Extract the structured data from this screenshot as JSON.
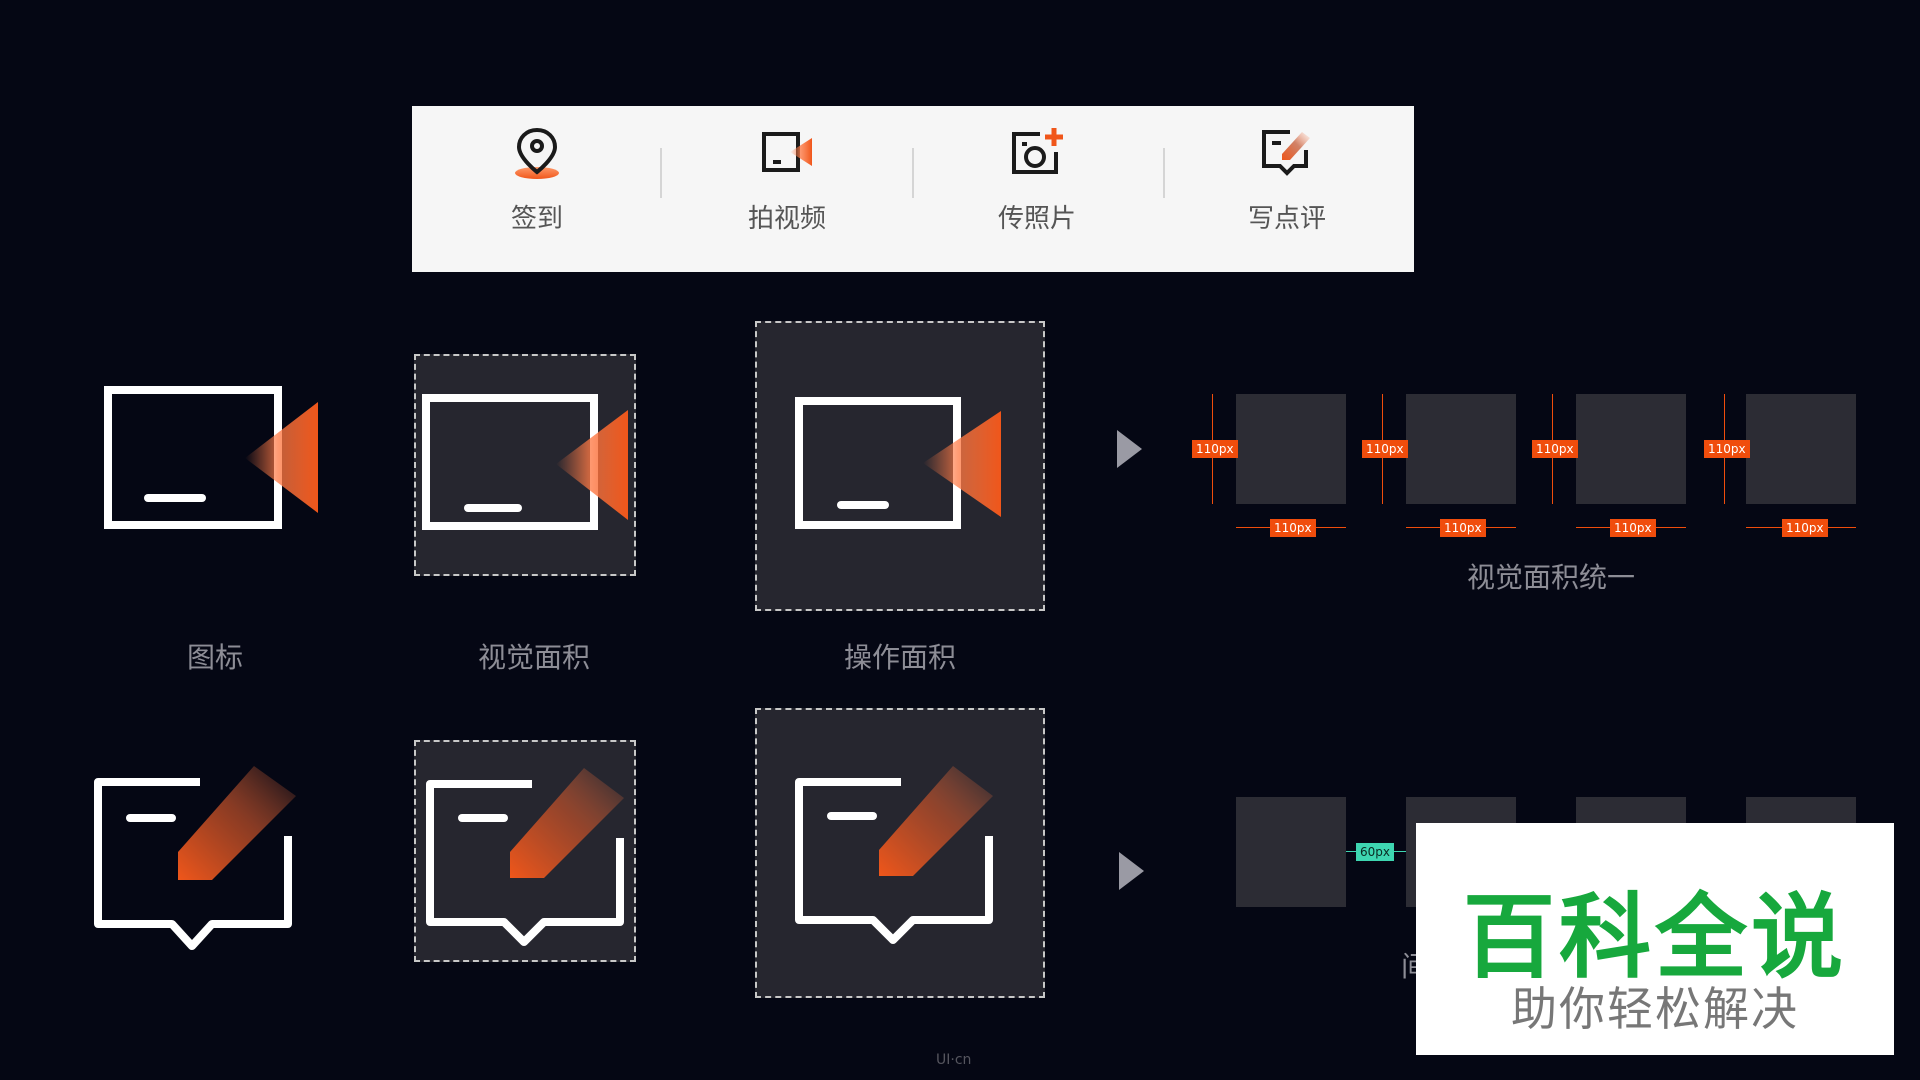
{
  "toolbar": {
    "items": [
      {
        "label": "签到",
        "icon": "location-pin-icon"
      },
      {
        "label": "拍视频",
        "icon": "video-camera-icon"
      },
      {
        "label": "传照片",
        "icon": "add-photo-icon"
      },
      {
        "label": "写点评",
        "icon": "write-review-icon"
      }
    ]
  },
  "captions": {
    "icon": "图标",
    "visual_area": "视觉面积",
    "operation_area": "操作面积",
    "visual_area_unified": "视觉面积统一",
    "partial_hidden": "间"
  },
  "measurements": {
    "size_label": "110px",
    "spacing_label": "60px"
  },
  "watermark": {
    "title": "百科全说",
    "subtitle": "助你轻松解决"
  },
  "footer": {
    "logo_text": "UI·cn"
  },
  "colors": {
    "background": "#050714",
    "accent_orange": "#f04d0c",
    "accent_green": "#3ed6b1",
    "watermark_green": "#17a83d",
    "box_fill": "#26262f"
  }
}
